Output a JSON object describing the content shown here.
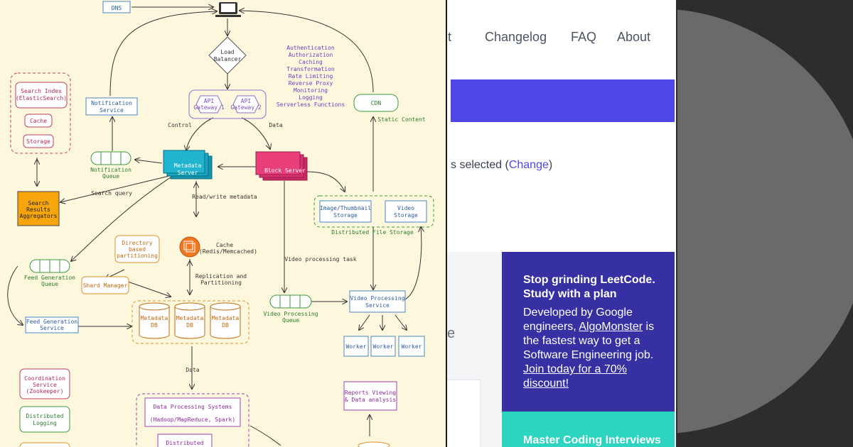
{
  "diagram": {
    "dns": "DNS",
    "load_balancer": [
      "Load",
      "Balancer"
    ],
    "api_gateway_1": [
      "API",
      "Gateway 1"
    ],
    "api_gateway_2": [
      "API",
      "Gateway 2"
    ],
    "gateway_features": [
      "Authentication",
      "Authorization",
      "Caching",
      "Transformation",
      "Rate Limiting",
      "Reverse Proxy",
      "Monitoring",
      "Logging",
      "Serverless Functions"
    ],
    "cdn": "CDN",
    "static_content": "Static Content",
    "search_index": [
      "Search Index",
      "(ElasticSearch)"
    ],
    "cache": "Cache",
    "storage": "Storage",
    "notification_service": [
      "Notification",
      "Service"
    ],
    "notification_queue": [
      "Notification",
      "Queue"
    ],
    "control": "Control",
    "data_label": "Data",
    "metadata_server": [
      "Metadata",
      "Server"
    ],
    "block_server": "Block Server",
    "search_results_aggregators": [
      "Search",
      "Results",
      "Aggregators"
    ],
    "search_query": "Search query",
    "read_write_metadata": "Read/write metadata",
    "image_thumbnail_storage": [
      "Image/Thumbnail",
      "Storage"
    ],
    "video_storage": [
      "Video",
      "Storage"
    ],
    "distributed_file_storage": "Distributed File Storage",
    "directory_partitioning": [
      "Directory",
      "based",
      "partitioning"
    ],
    "cache_redis": [
      "Cache",
      "(Redis/Memcached)"
    ],
    "feed_generation_queue": [
      "Feed Generation",
      "Queue"
    ],
    "video_processing_task": "Video processing task",
    "shard_manager": "Shard Manager",
    "replication_partitioning": [
      "Replication and",
      "Partitioning"
    ],
    "video_processing_queue": [
      "Video Processing",
      "Queue"
    ],
    "video_processing_service": [
      "Video Processing",
      "Service"
    ],
    "feed_generation_service": [
      "Feed Generation",
      "Service"
    ],
    "metadata_db": [
      "Metadata",
      "DB"
    ],
    "worker": "Worker",
    "data_down": "Data",
    "coordination_service": [
      "Coordination",
      "Service",
      "(Zookeeper)"
    ],
    "distributed_logging": [
      "Distributed",
      "Logging"
    ],
    "data_processing_systems": [
      "Data Processing Systems",
      "(Hadoop/MapReduce, Spark)"
    ],
    "distributed_bottom": "Distributed",
    "reports_viewing": [
      "Reports Viewing",
      "& Data analysis"
    ]
  },
  "nav": {
    "partial": "et",
    "changelog": "Changelog",
    "faq": "FAQ",
    "about": "About"
  },
  "selection": {
    "prefix": "s selected (",
    "change": "Change",
    "suffix": ")"
  },
  "partial_e": "e",
  "promo": {
    "heading": "Stop grinding LeetCode. Study with a plan",
    "body_1": "Developed by Google engineers, ",
    "link_algomonster": "AlgoMonster",
    "body_2": " is the fastest way to get a Software Engineering job. ",
    "link_join": "Join today for a 70% discount!"
  },
  "promo2": {
    "heading": "Master Coding Interviews"
  },
  "colors": {
    "diagram_bg": "#fdf8dd",
    "metadata_server": "#16a6c0",
    "block_server": "#e83e79",
    "aggregator": "#f6a50c",
    "banner": "#4f46e5",
    "promo": "#3730a3",
    "promo2": "#2dd4bf"
  }
}
